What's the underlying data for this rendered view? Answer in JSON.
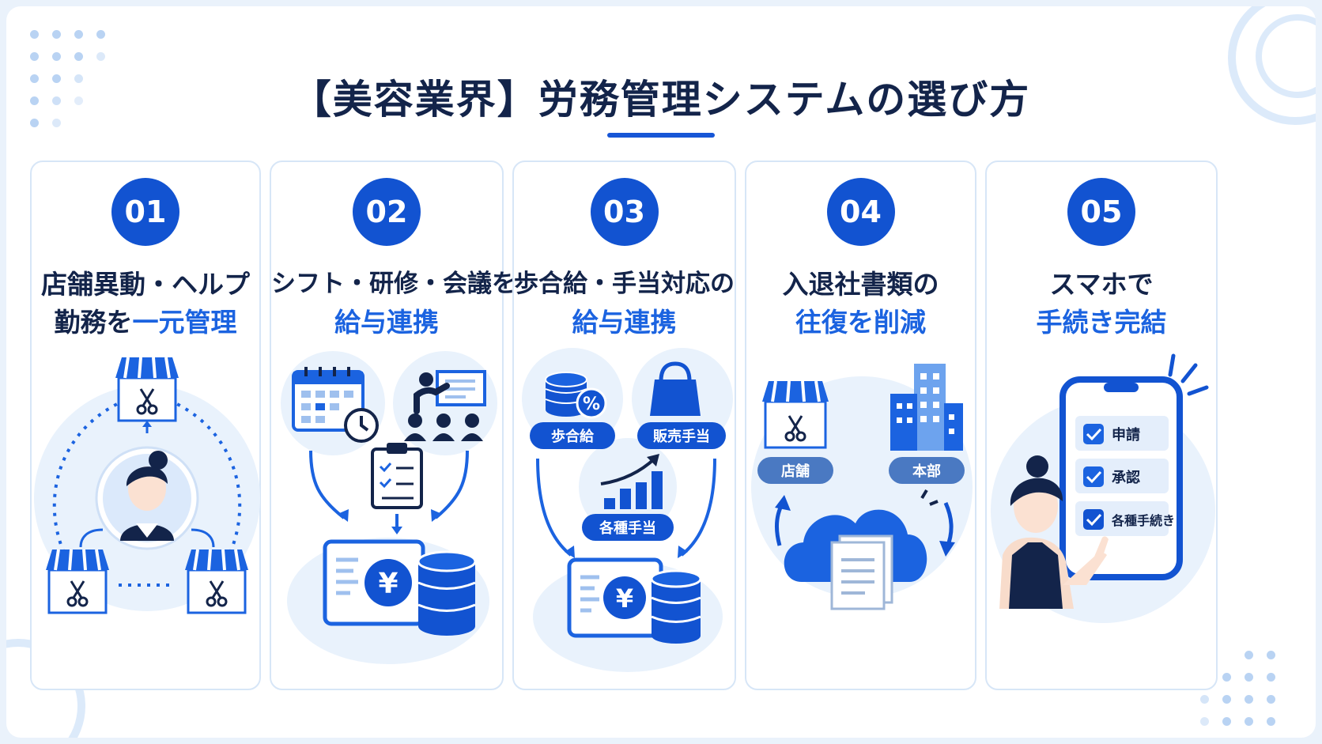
{
  "title": "【美容業界】労務管理システムの選び方",
  "colors": {
    "accent": "#1253d1",
    "accent_light": "#1b63e0",
    "text_dark": "#13244a",
    "bg_tint": "#e7f0fb"
  },
  "cards": [
    {
      "number": "01",
      "line1": "店舗異動・ヘルプ",
      "line2_dark": "勤務を",
      "line2_accent": "一元管理",
      "icons": [
        "shop-icon",
        "staff-person-icon",
        "scissors-icon",
        "transfer-arrow-icon"
      ]
    },
    {
      "number": "02",
      "line1": "シフト・研修・会議を",
      "line2_dark": "",
      "line2_accent": "給与連携",
      "icons": [
        "calendar-icon",
        "clock-icon",
        "training-icon",
        "checklist-icon",
        "payroll-screen-icon",
        "database-icon"
      ]
    },
    {
      "number": "03",
      "line1": "歩合給・手当対応の",
      "line2_dark": "",
      "line2_accent": "給与連携",
      "labels": {
        "commission": "歩合給",
        "sales": "販売手当",
        "allowance": "各種手当"
      },
      "icons": [
        "coins-percent-icon",
        "shopping-bag-icon",
        "growth-chart-icon",
        "payroll-screen-icon",
        "database-icon"
      ]
    },
    {
      "number": "04",
      "line1": "入退社書類の",
      "line2_dark": "",
      "line2_accent": "往復を削減",
      "labels": {
        "store": "店舗",
        "hq": "本部"
      },
      "icons": [
        "shop-icon",
        "office-building-icon",
        "cloud-icon",
        "document-icon"
      ]
    },
    {
      "number": "05",
      "line1": "スマホで",
      "line2_dark": "",
      "line2_accent": "手続き完結",
      "checklist": [
        "申請",
        "承認",
        "各種手続き"
      ],
      "icons": [
        "smartphone-icon",
        "checkbox-icon",
        "staff-person-icon"
      ]
    }
  ]
}
